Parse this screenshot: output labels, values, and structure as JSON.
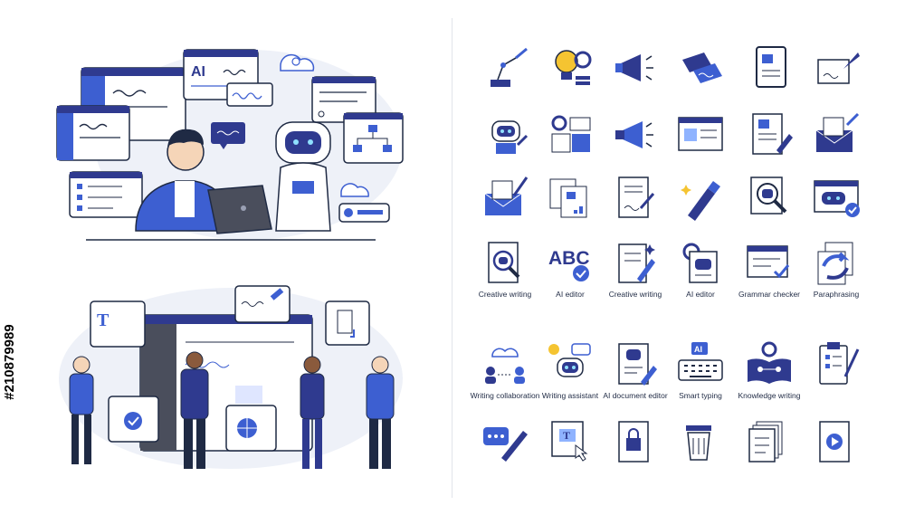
{
  "stock_id": "#210879989",
  "colors": {
    "navy": "#2f3a8f",
    "blue": "#3d5fd1",
    "light_blue": "#8fb3ff",
    "yellow": "#f5c431",
    "dark": "#1f2a44",
    "panel": "#eef1f8"
  },
  "scene_top": {
    "window_ai_label": "AI"
  },
  "icons": [
    {
      "name": "robot-arm-pen-icon",
      "caption": ""
    },
    {
      "name": "lightbulb-gear-icon",
      "caption": ""
    },
    {
      "name": "megaphone-icon",
      "caption": ""
    },
    {
      "name": "price-tags-icon",
      "caption": ""
    },
    {
      "name": "tablet-document-icon",
      "caption": ""
    },
    {
      "name": "signature-quill-icon",
      "caption": ""
    },
    {
      "name": "robot-writing-icon",
      "caption": ""
    },
    {
      "name": "content-layout-icon",
      "caption": ""
    },
    {
      "name": "megaphone-blue-icon",
      "caption": ""
    },
    {
      "name": "browser-layout-icon",
      "caption": ""
    },
    {
      "name": "document-pencil-icon",
      "caption": ""
    },
    {
      "name": "mail-quill-icon",
      "caption": ""
    },
    {
      "name": "envelope-quill-icon",
      "caption": ""
    },
    {
      "name": "multi-document-icon",
      "caption": ""
    },
    {
      "name": "signed-document-icon",
      "caption": ""
    },
    {
      "name": "fountain-pen-sparkle-icon",
      "caption": ""
    },
    {
      "name": "document-search-robot-icon",
      "caption": ""
    },
    {
      "name": "robot-window-check-icon",
      "caption": ""
    },
    {
      "name": "creative-writing-magnifier-icon",
      "caption": "Creative writing"
    },
    {
      "name": "abc-check-icon",
      "caption": "AI editor"
    },
    {
      "name": "creative-writing-pen-icon",
      "caption": "Creative writing"
    },
    {
      "name": "ai-editor-gear-icon",
      "caption": "AI editor"
    },
    {
      "name": "grammar-checker-icon",
      "caption": "Grammar checker"
    },
    {
      "name": "paraphrasing-icon",
      "caption": "Paraphrasing"
    },
    {
      "name": "writing-collaboration-icon",
      "caption": "Writing collaboration"
    },
    {
      "name": "writing-assistant-icon",
      "caption": "Writing assistant"
    },
    {
      "name": "ai-document-editor-icon",
      "caption": "AI document editor"
    },
    {
      "name": "smart-typing-icon",
      "caption": "Smart typing"
    },
    {
      "name": "knowledge-writing-icon",
      "caption": "Knowledge writing"
    },
    {
      "name": "clipboard-quill-icon",
      "caption": ""
    },
    {
      "name": "chat-pen-icon",
      "caption": ""
    },
    {
      "name": "text-tool-cursor-icon",
      "caption": ""
    },
    {
      "name": "locked-document-icon",
      "caption": ""
    },
    {
      "name": "trash-bin-icon",
      "caption": ""
    },
    {
      "name": "stacked-documents-icon",
      "caption": ""
    },
    {
      "name": "video-document-icon",
      "caption": ""
    }
  ],
  "icon_labels": {
    "ai_chip": "AI",
    "abc": "ABC"
  }
}
